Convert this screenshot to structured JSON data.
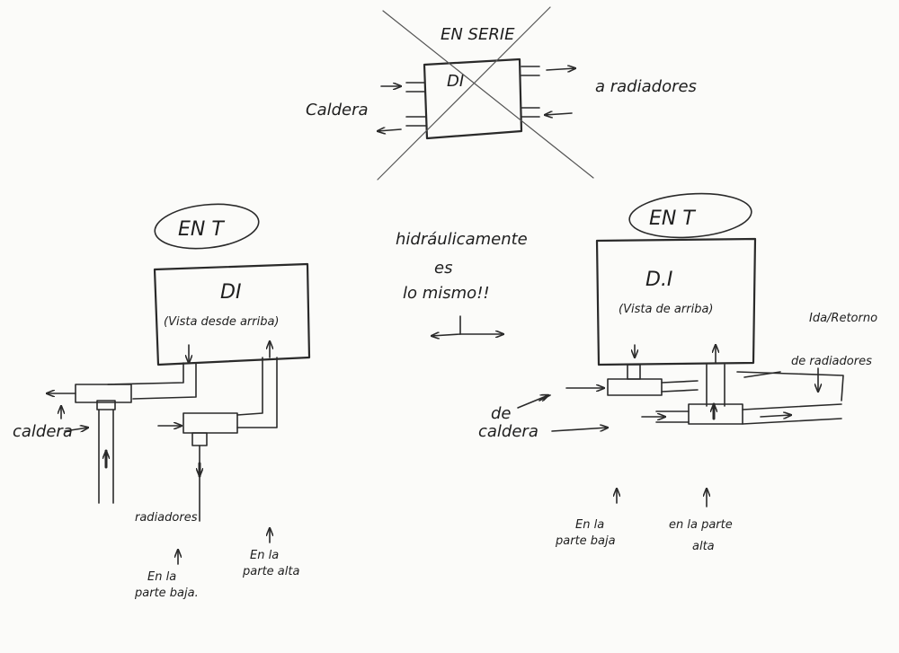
{
  "top": {
    "title": "EN SERIE",
    "box_label": "DI",
    "left_label": "Caldera",
    "right_label": "a radiadores"
  },
  "center": {
    "line1": "hidráulicamente",
    "line2": "es",
    "line3": "lo mismo!!"
  },
  "left_diagram": {
    "tag": "EN T",
    "box_label": "DI",
    "box_sub": "(Vista desde arriba)",
    "caldera": "caldera",
    "radiadores": "radiadores",
    "low_1": "En la",
    "low_2": "parte baja.",
    "high_1": "En la",
    "high_2": "parte alta"
  },
  "right_diagram": {
    "tag": "EN T",
    "box_label": "D.I",
    "box_sub": "(Vista de arriba)",
    "ida_1": "Ida/Retorno",
    "ida_2": "de radiadores",
    "caldera_1": "de",
    "caldera_2": "caldera",
    "low_1": "En la",
    "low_2": "parte baja",
    "high_1": "en la parte",
    "high_2": "alta"
  }
}
